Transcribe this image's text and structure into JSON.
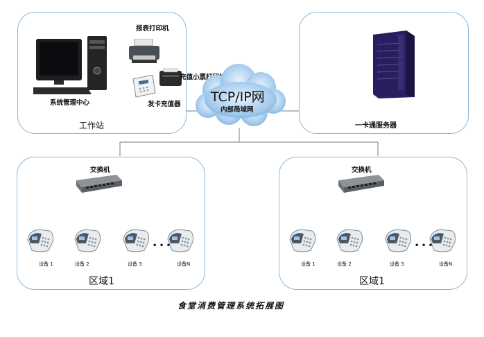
{
  "workstation": {
    "title": "工作站",
    "center_label": "系统管理中心",
    "report_printer": "报表打印机",
    "receipt_printer": "充值小票打印机",
    "card_charger": "发卡充值器"
  },
  "network": {
    "title": "TCP/IP网",
    "subtitle": "内部局域网"
  },
  "server": {
    "label": "一卡通服务器"
  },
  "regions": [
    {
      "title": "区域1",
      "switch_label": "交换机",
      "devices": [
        "设备 1",
        "设备 2",
        "设备 3",
        "设备N"
      ],
      "ellipsis": "• • •"
    },
    {
      "title": "区域1",
      "switch_label": "交换机",
      "devices": [
        "设备 1",
        "设备 2",
        "设备 3",
        "设备N"
      ],
      "ellipsis": "• • •"
    }
  ],
  "caption": "食堂消费管理系统拓展图",
  "colors": {
    "panel_border": "#8cb8d8",
    "cloud_fill": "#9cc6ec",
    "server_body": "#2a1f5e"
  }
}
